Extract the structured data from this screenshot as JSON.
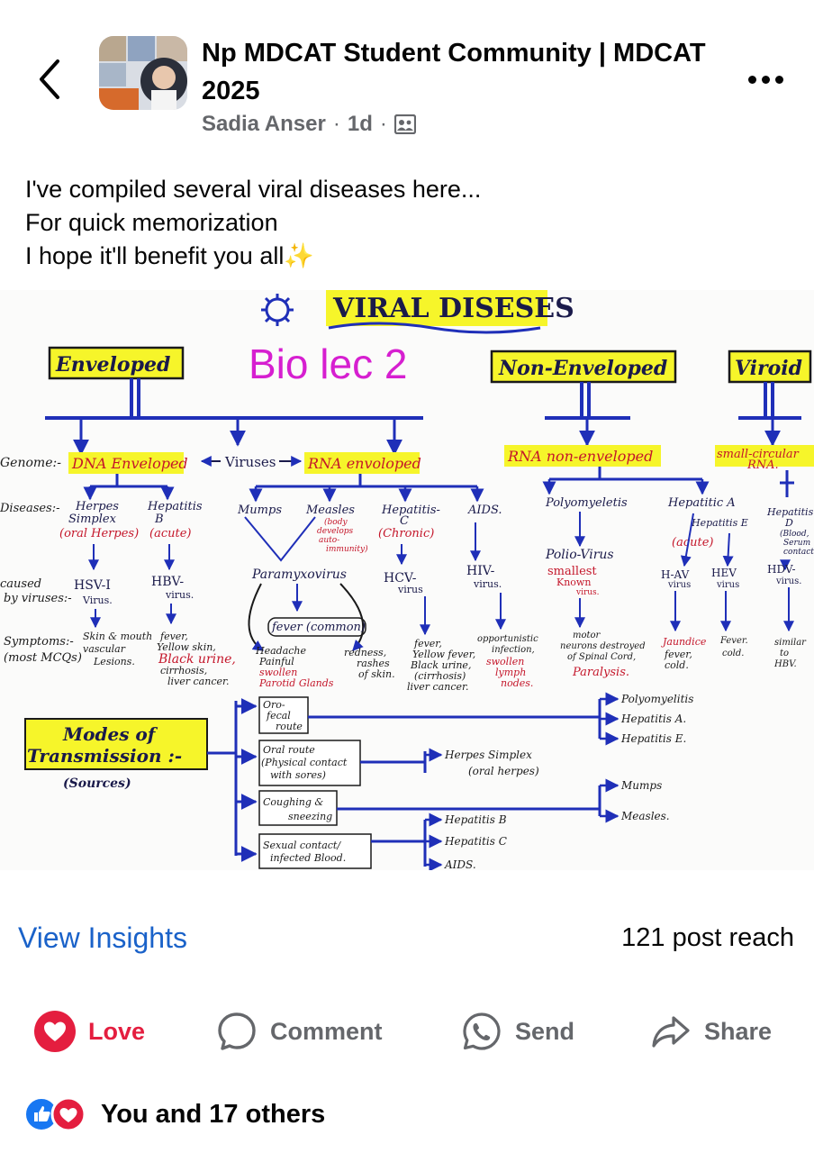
{
  "header": {
    "group_name": "Np MDCAT Student Community | MDCAT 2025",
    "author": "Sadia Anser",
    "time": "1d",
    "separator": "·"
  },
  "post": {
    "lines": [
      "I've compiled several viral diseases here...",
      "For quick memorization",
      "I hope it'll benefit you all✨"
    ]
  },
  "image": {
    "title": "VIRAL DISESES",
    "subtitle": "Bio lec 2",
    "categories": [
      "Enveloped",
      "Non-Enveloped",
      "Viroid"
    ],
    "genome_label": "Genome:-",
    "genome_dna": "DNA Enveloped",
    "viruses_center": "Viruses",
    "genome_rna": "RNA envoloped",
    "genome_rna_non": "RNA non-enveloped",
    "genome_viroid": [
      "small-circular",
      "RNA."
    ],
    "row_labels": {
      "diseases": "Diseases:-",
      "caused": [
        "caused",
        "by viruses:-"
      ],
      "symptoms": [
        "Symptoms:-",
        "(most MCQs)"
      ]
    },
    "diseases": {
      "herpes": [
        "Herpes",
        "Simplex",
        "(oral Herpes)"
      ],
      "hepb": [
        "Hepatitis",
        "B",
        "(acute)"
      ],
      "mumps": "Mumps",
      "measles": "Measles",
      "measles_note": [
        "(body",
        "develops",
        "auto-",
        "immunity)"
      ],
      "hepc": [
        "Hepatitis-",
        "C",
        "(Chronic)"
      ],
      "aids": "AIDS.",
      "polio": "Polyomyeletis",
      "hepa": "Hepatitic A",
      "hepe": "Hepatitis E",
      "acute2": "(acute)",
      "hepd": [
        "Hepatitis",
        "D",
        "(Blood,",
        "Serum",
        "contact"
      ]
    },
    "viruses": {
      "hsv": [
        "HSV-I",
        "Virus."
      ],
      "hbv": [
        "HBV-",
        "virus."
      ],
      "paramyxo": "Paramyxovirus",
      "hcv": [
        "HCV-",
        "virus"
      ],
      "hiv": [
        "HIV-",
        "virus."
      ],
      "polio_virus": [
        "Polio-Virus",
        "smallest",
        "Known",
        "virus."
      ],
      "hav": [
        "H-AV",
        "virus"
      ],
      "hev": [
        "HEV",
        "virus"
      ],
      "hdv": [
        "HDV-",
        "virus."
      ]
    },
    "symptoms": {
      "hsv": [
        "Skin & mouth",
        "vascular",
        "Lesions."
      ],
      "hbv": [
        "fever,",
        "Yellow skin,",
        "Black urine,",
        "cirrhosis,",
        "liver cancer."
      ],
      "fever_common": "fever (common)",
      "mumps": [
        "Headache",
        "Painful",
        "swollen",
        "Parotid Glands"
      ],
      "measles": [
        "redness,",
        "rashes",
        "of skin."
      ],
      "hcv": [
        "fever,",
        "Yellow fever,",
        "Black urine,",
        "(cirrhosis)",
        "liver cancer."
      ],
      "hiv": [
        "opportunistic",
        "infection,",
        "swollen",
        "lymph",
        "nodes."
      ],
      "polio": [
        "motor",
        "neurons destroyed",
        "of Spinal Cord,",
        "Paralysis."
      ],
      "hav": [
        "Jaundice",
        "fever,",
        "cold."
      ],
      "hev": [
        "Fever.",
        "cold."
      ],
      "hdv": [
        "similar",
        "to",
        "HBV."
      ]
    },
    "modes": {
      "title": [
        "Modes of",
        "Transmission :-",
        "(Sources)"
      ],
      "routes": [
        [
          "Oro-",
          "fecal",
          "route"
        ],
        [
          "Oral route",
          "(Physical contact",
          "with sores)"
        ],
        [
          "Coughing &",
          "sneezing"
        ],
        [
          "Sexual contact/",
          "infected Blood."
        ]
      ],
      "orofecal_targets": [
        "Polyomyelitis",
        "Hepatitis A.",
        "Hepatitis E."
      ],
      "oral_targets": [
        "Herpes Simplex",
        "(oral herpes)"
      ],
      "cough_targets": [
        "Mumps",
        "Measles."
      ],
      "sexual_targets": [
        "Hepatitis B",
        "Hepatitis C",
        "AIDS."
      ]
    }
  },
  "insights": {
    "link": "View Insights",
    "reach": "121 post reach"
  },
  "actions": {
    "love": "Love",
    "comment": "Comment",
    "send": "Send",
    "share": "Share"
  },
  "reactions": {
    "summary": "You and 17 others"
  },
  "colors": {
    "love": "#e41e3f",
    "link": "#1a62c9",
    "muted": "#65676b",
    "diagram_blue": "#1f2fb8",
    "diagram_red": "#c4162a",
    "diagram_magenta": "#d61fd0",
    "highlight_yellow": "#f6f52a"
  }
}
